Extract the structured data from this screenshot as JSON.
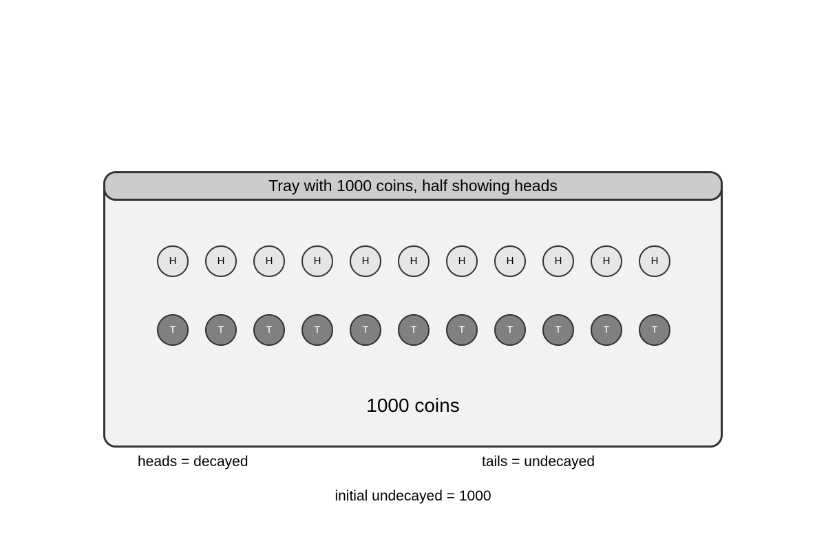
{
  "tray": {
    "title": "Tray with 1000 coins, half showing heads",
    "caption": "1000 coins",
    "heads_row": [
      "H",
      "H",
      "H",
      "H",
      "H",
      "H",
      "H",
      "H",
      "H",
      "H",
      "H"
    ],
    "tails_row": [
      "T",
      "T",
      "T",
      "T",
      "T",
      "T",
      "T",
      "T",
      "T",
      "T",
      "T"
    ]
  },
  "legend": {
    "heads": "heads = decayed",
    "tails": "tails = undecayed"
  },
  "footer": {
    "note": "initial undecayed = 1000"
  },
  "colors": {
    "tray_fill": "#f2f2f2",
    "header_fill": "#cccccc",
    "outline": "#333333",
    "head_coin": "#e6e6e6",
    "tail_coin": "#808080"
  }
}
